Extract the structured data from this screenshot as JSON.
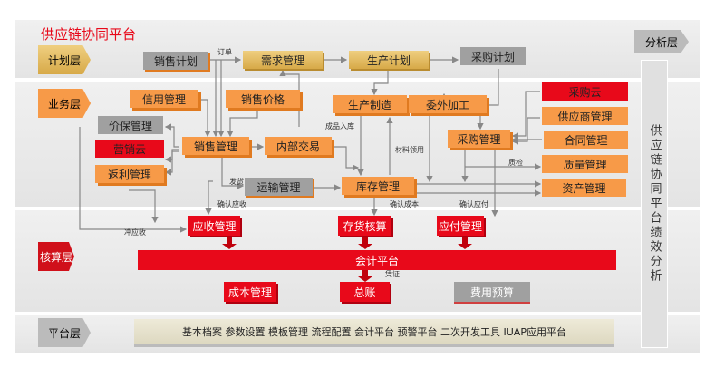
{
  "title": "供应链协同平台",
  "layers": {
    "plan": "计划层",
    "business": "业务层",
    "accounting": "核算层",
    "platform": "平台层",
    "analysis": "分析层"
  },
  "plan": {
    "sales_plan": "销售计划",
    "demand": "需求管理",
    "production_plan": "生产计划",
    "purchase_plan": "采购计划"
  },
  "business": {
    "credit": "信用管理",
    "sales_price": "销售价格",
    "price_protect": "价保管理",
    "marketing_cloud": "营销云",
    "rebate": "返利管理",
    "sales_mgmt": "销售管理",
    "internal_trade": "内部交易",
    "transport": "运输管理",
    "manufacturing": "生产制造",
    "outsourcing": "委外加工",
    "purchase_mgmt": "采购管理",
    "inventory": "库存管理",
    "purchase_cloud": "采购云",
    "supplier": "供应商管理",
    "contract": "合同管理",
    "quality": "质量管理",
    "asset": "资产管理"
  },
  "accounting": {
    "receivable": "应收管理",
    "inventory_acct": "存货核算",
    "payable": "应付管理",
    "platform": "会计平台",
    "cost": "成本管理",
    "ledger": "总账",
    "budget": "费用预算"
  },
  "flow_labels": {
    "order": "订单",
    "finished_in": "成品入库",
    "material_use": "材料领用",
    "qc": "质检",
    "ship": "发货",
    "confirm_ar": "确认应收",
    "confirm_cost": "确认成本",
    "confirm_ap": "确认应付",
    "offset_ar": "冲应收",
    "voucher": "凭证"
  },
  "platform_bar": "基本档案 参数设置 模板管理 流程配置 会计平台  预警平台 二次开发工具   IUAP应用平台",
  "analysis_column": "供应链协同平台绩效分析",
  "colors": {
    "red": "#e8091a",
    "orange": "#f79a48",
    "gold": "#d7a948",
    "gray": "#a0a0a0"
  }
}
